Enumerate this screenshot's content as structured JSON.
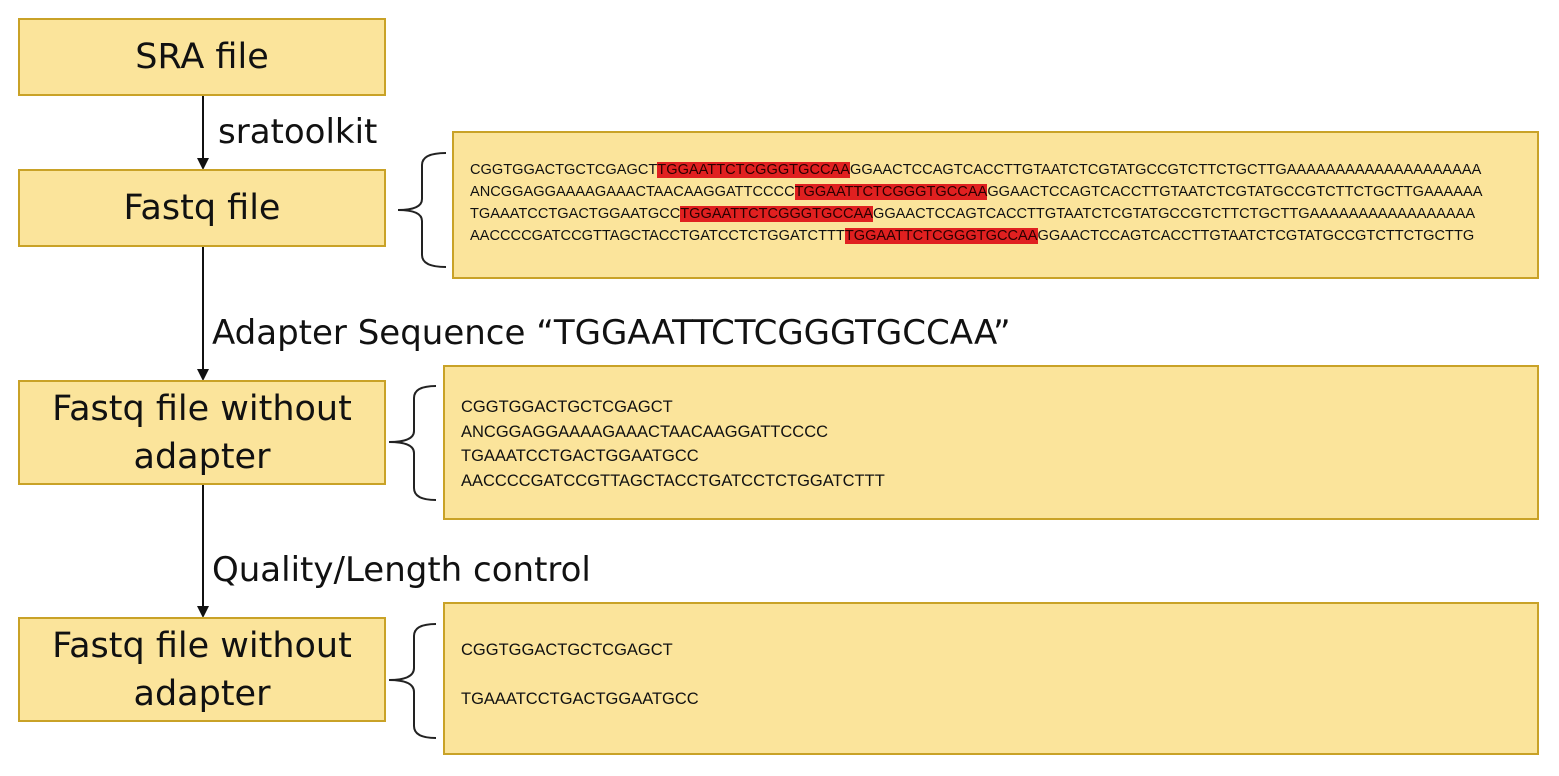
{
  "steps": {
    "sra": "SRA file",
    "fastq": "Fastq file",
    "no_adapter_1": "Fastq file without adapter",
    "no_adapter_2": "Fastq file without adapter"
  },
  "edges": {
    "sratoolkit": "sratoolkit",
    "adapter": "Adapter Sequence “TGGAATTCTCGGGTGCCAA”",
    "quality": "Quality/Length control"
  },
  "raw_reads": [
    {
      "pre": "CGGTGGACTGCTCGAGCT",
      "adapter": "TGGAATTCTCGGGTGCCAA",
      "post": "GGAACTCCAGTCACCTTGTAATCTCGTATGCCGTCTTCTGCTTGAAAAAAAAAAAAAAAAAAAA"
    },
    {
      "pre": "ANCGGAGGAAAAGAAACTAACAAGGATTCCCC",
      "adapter": "TGGAATTCTCGGGTGCCAA",
      "post": "GGAACTCCAGTCACCTTGTAATCTCGTATGCCGTCTTCTGCTTGAAAAAA"
    },
    {
      "pre": "TGAAATCCTGACTGGAATGCC",
      "adapter": "TGGAATTCTCGGGTGCCAA",
      "post": "GGAACTCCAGTCACCTTGTAATCTCGTATGCCGTCTTCTGCTTGAAAAAAAAAAAAAAAAA"
    },
    {
      "pre": "AACCCCGATCCGTTAGCTACCTGATCCTCTGGATCTTT",
      "adapter": "TGGAATTCTCGGGTGCCAA",
      "post": "GGAACTCCAGTCACCTTGTAATCTCGTATGCCGTCTTCTGCTTG"
    }
  ],
  "trimmed_reads": [
    "CGGTGGACTGCTCGAGCT",
    "ANCGGAGGAAAAGAAACTAACAAGGATTCCCC",
    "TGAAATCCTGACTGGAATGCC",
    "AACCCCGATCCGTTAGCTACCTGATCCTCTGGATCTTT"
  ],
  "filtered_reads": [
    "CGGTGGACTGCTCGAGCT",
    "",
    "TGAAATCCTGACTGGAATGCC"
  ],
  "colors": {
    "box_fill": "#fbe49b",
    "box_border": "#c9a227",
    "adapter_highlight": "#e02020"
  }
}
